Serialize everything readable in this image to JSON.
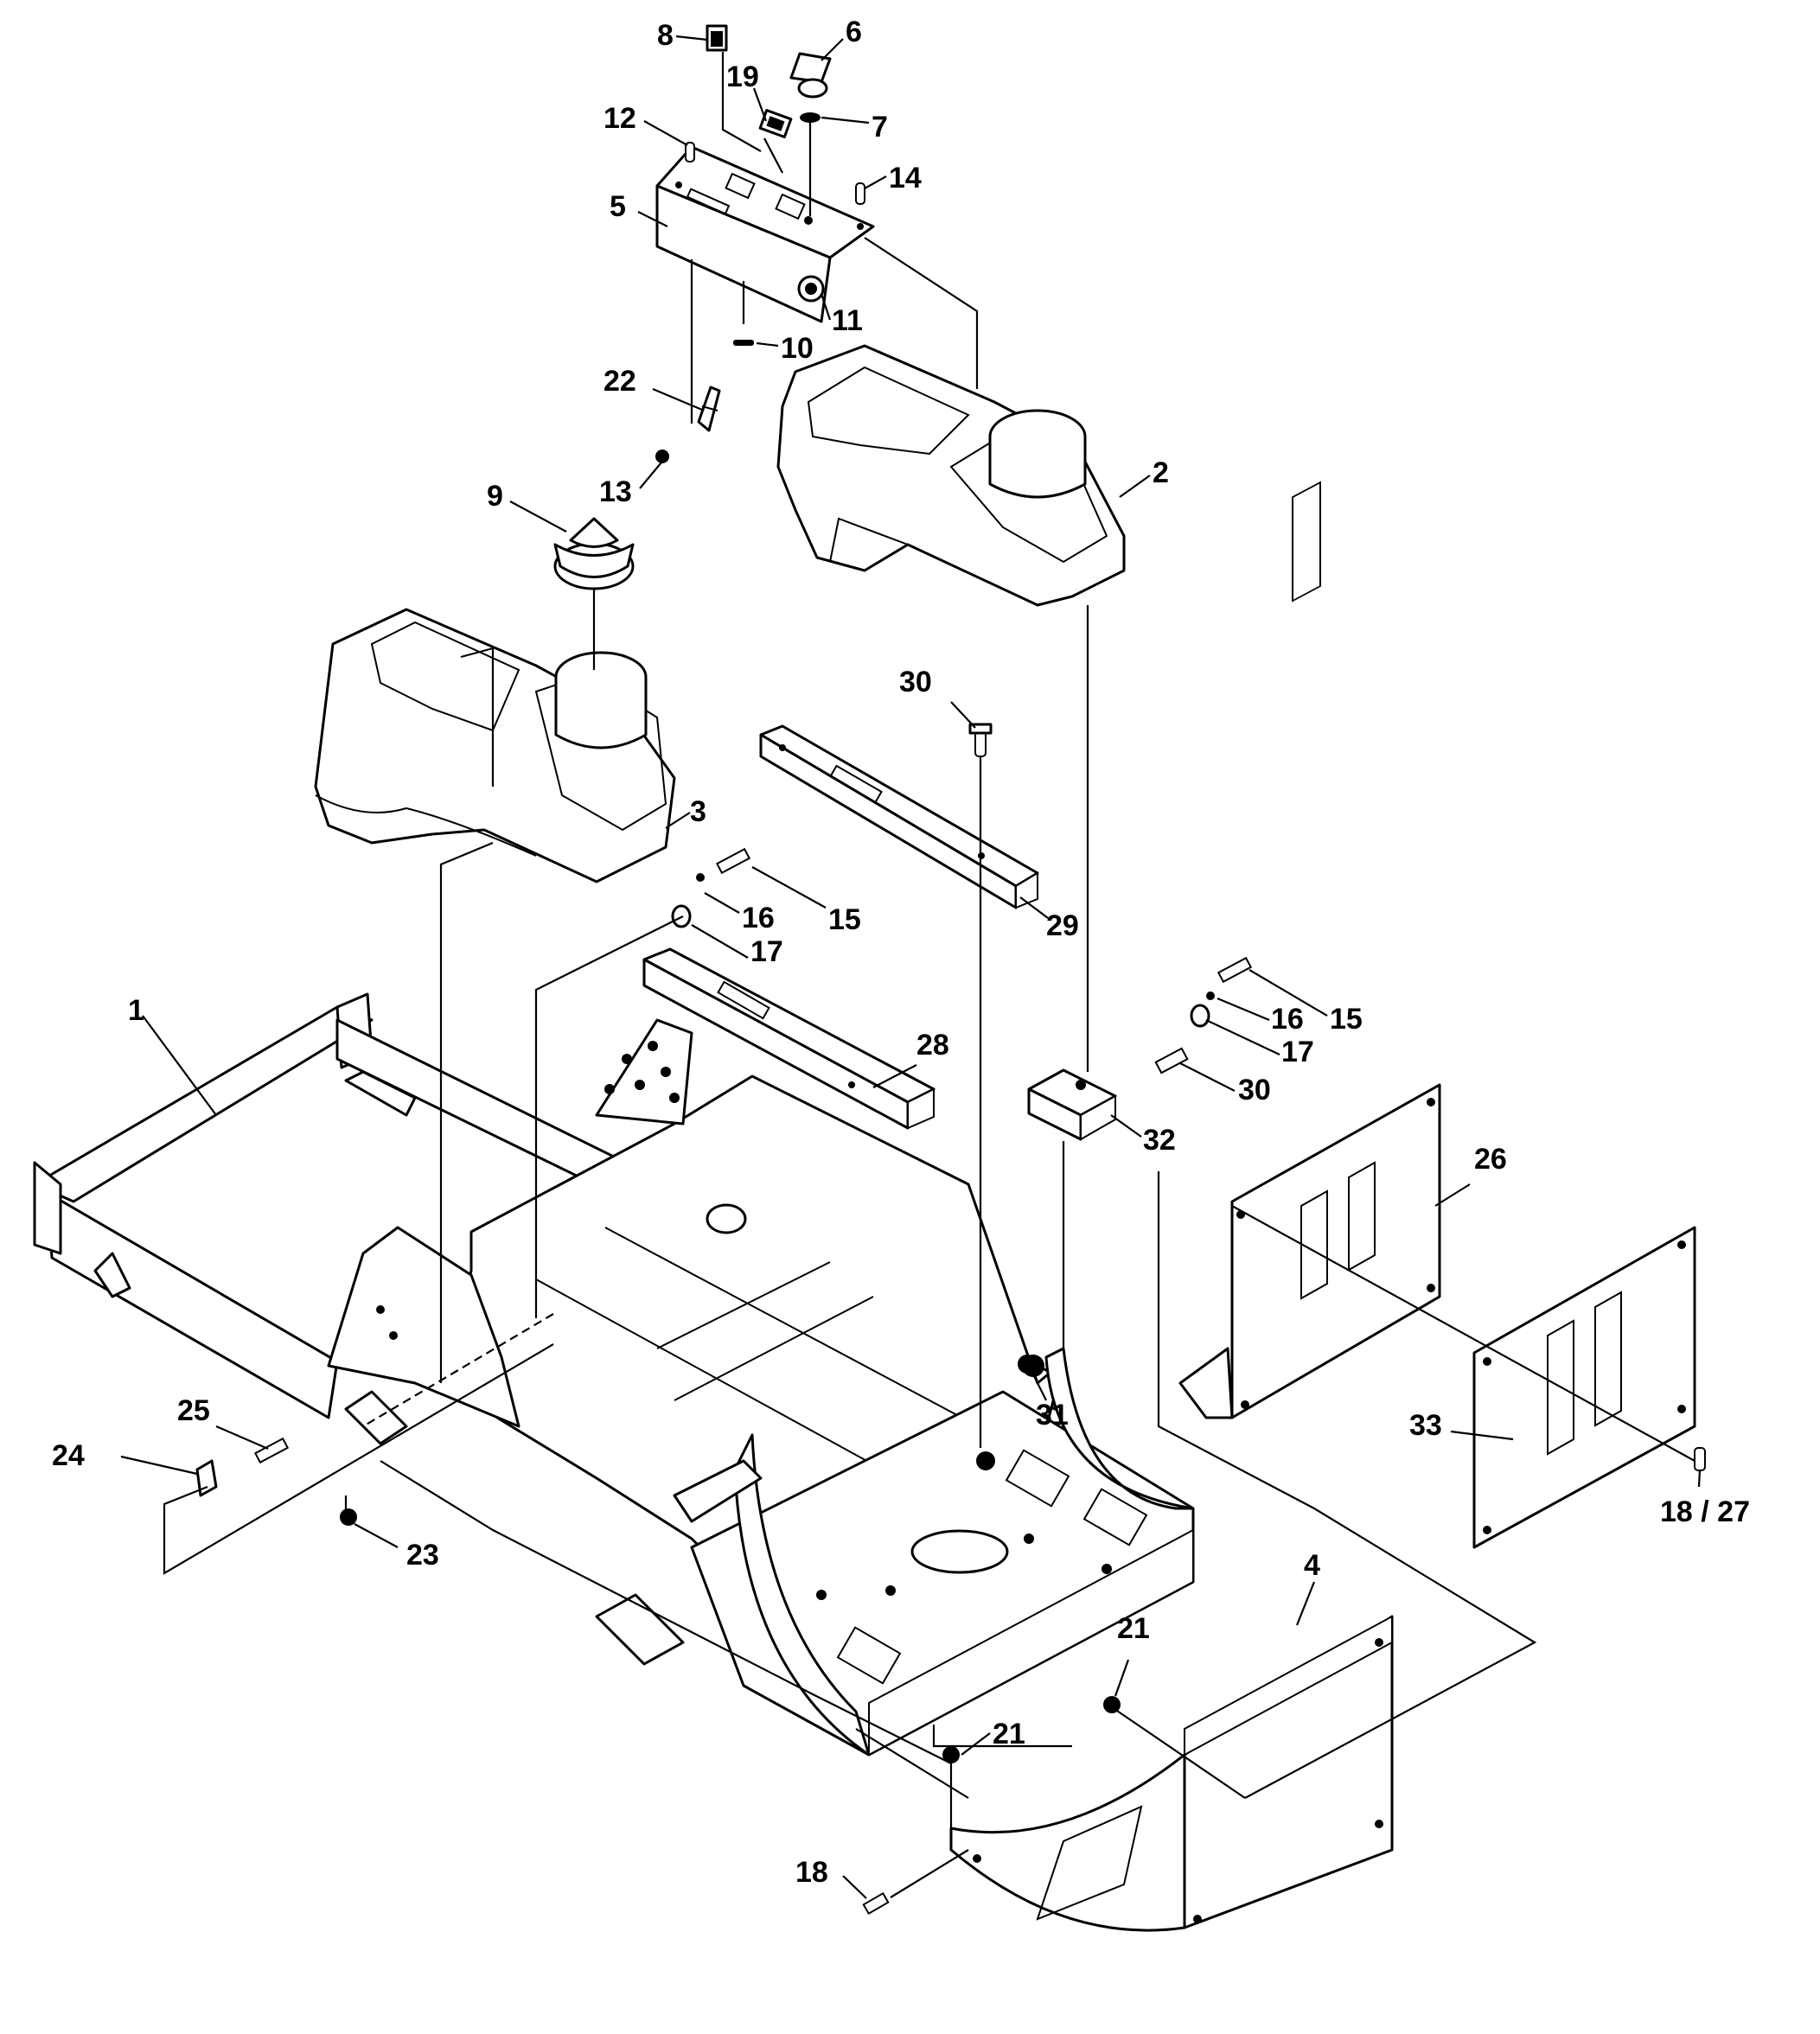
{
  "diagram": {
    "callouts": [
      {
        "id": "c8",
        "label": "8"
      },
      {
        "id": "c6",
        "label": "6"
      },
      {
        "id": "c19",
        "label": "19"
      },
      {
        "id": "c7",
        "label": "7"
      },
      {
        "id": "c12",
        "label": "12"
      },
      {
        "id": "c14",
        "label": "14"
      },
      {
        "id": "c5",
        "label": "5"
      },
      {
        "id": "c11",
        "label": "11"
      },
      {
        "id": "c10",
        "label": "10"
      },
      {
        "id": "c22",
        "label": "22"
      },
      {
        "id": "c13",
        "label": "13"
      },
      {
        "id": "c9",
        "label": "9"
      },
      {
        "id": "c2",
        "label": "2"
      },
      {
        "id": "c3",
        "label": "3"
      },
      {
        "id": "c30a",
        "label": "30"
      },
      {
        "id": "c29",
        "label": "29"
      },
      {
        "id": "c15a",
        "label": "15"
      },
      {
        "id": "c16a",
        "label": "16"
      },
      {
        "id": "c17a",
        "label": "17"
      },
      {
        "id": "c1",
        "label": "1"
      },
      {
        "id": "c28",
        "label": "28"
      },
      {
        "id": "c15b",
        "label": "15"
      },
      {
        "id": "c16b",
        "label": "16"
      },
      {
        "id": "c17b",
        "label": "17"
      },
      {
        "id": "c30b",
        "label": "30"
      },
      {
        "id": "c32",
        "label": "32"
      },
      {
        "id": "c26",
        "label": "26"
      },
      {
        "id": "c31",
        "label": "31"
      },
      {
        "id": "c33",
        "label": "33"
      },
      {
        "id": "c1827",
        "label": "18 / 27"
      },
      {
        "id": "c25",
        "label": "25"
      },
      {
        "id": "c24",
        "label": "24"
      },
      {
        "id": "c23",
        "label": "23"
      },
      {
        "id": "c4",
        "label": "4"
      },
      {
        "id": "c21a",
        "label": "21"
      },
      {
        "id": "c21b",
        "label": "21"
      },
      {
        "id": "c18",
        "label": "18"
      }
    ]
  }
}
